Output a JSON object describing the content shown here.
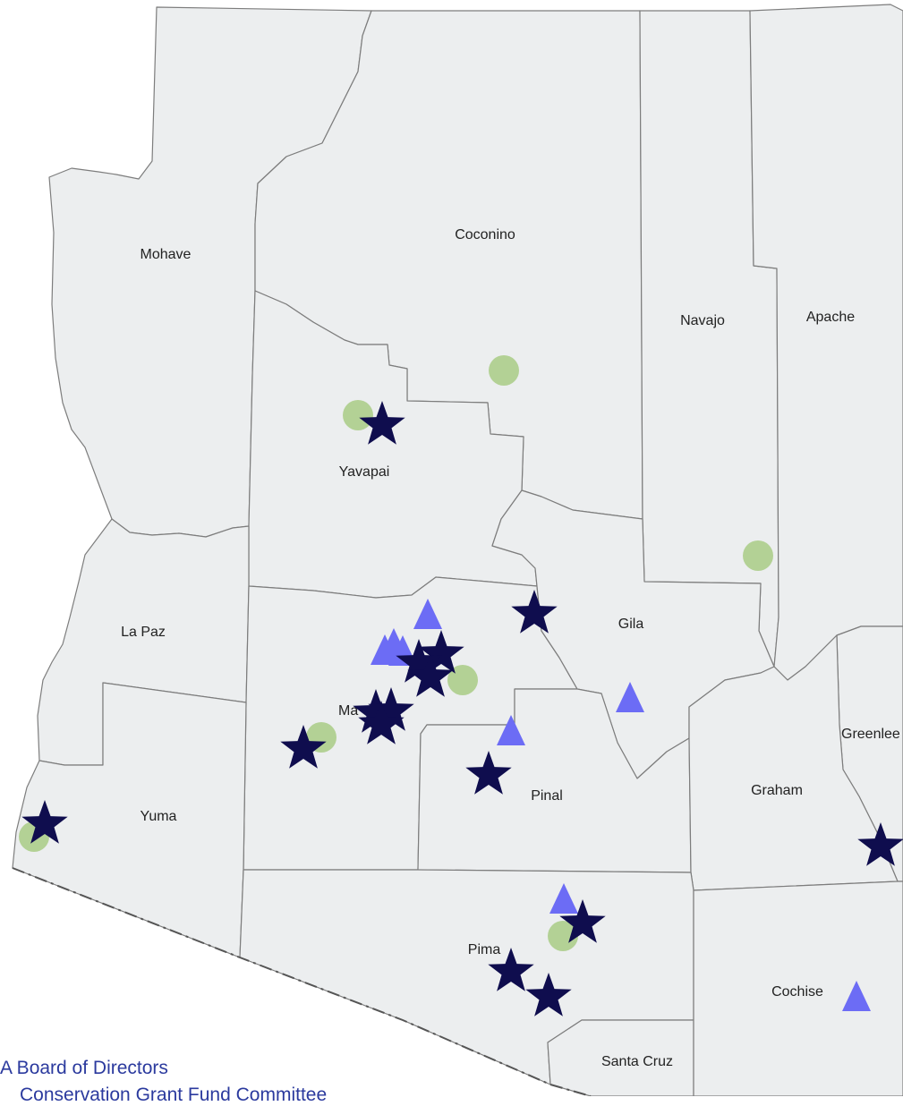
{
  "colors": {
    "star": "#0f0d4e",
    "triangle": "#6c6cf5",
    "circle": "#b3d195"
  },
  "counties": {
    "mohave": "Mohave",
    "coconino": "Coconino",
    "navajo": "Navajo",
    "apache": "Apache",
    "yavapai": "Yavapai",
    "la_paz": "La Paz",
    "maricopa": "Ma",
    "gila": "Gila",
    "greenlee": "Greenlee",
    "graham": "Graham",
    "yuma": "Yuma",
    "pinal": "Pinal",
    "pima": "Pima",
    "cochise": "Cochise",
    "santa_cruz": "Santa Cruz"
  },
  "legend": {
    "line1": "A Board of Directors",
    "line2": "Conservation Grant Fund Committee"
  },
  "markers": {
    "stars": [
      {
        "county": "Yavapai"
      },
      {
        "county": "Gila"
      },
      {
        "county": "Maricopa"
      },
      {
        "county": "Maricopa"
      },
      {
        "county": "Maricopa"
      },
      {
        "county": "Maricopa"
      },
      {
        "county": "Maricopa"
      },
      {
        "county": "Maricopa"
      },
      {
        "county": "Maricopa"
      },
      {
        "county": "Pinal"
      },
      {
        "county": "Yuma"
      },
      {
        "county": "Greenlee"
      },
      {
        "county": "Pima"
      },
      {
        "county": "Pima"
      },
      {
        "county": "Pima"
      }
    ],
    "triangles": [
      {
        "county": "Maricopa"
      },
      {
        "county": "Maricopa"
      },
      {
        "county": "Maricopa"
      },
      {
        "county": "Maricopa"
      },
      {
        "county": "Pinal"
      },
      {
        "county": "Gila"
      },
      {
        "county": "Pima"
      },
      {
        "county": "Cochise"
      }
    ],
    "circles": [
      {
        "county": "Coconino"
      },
      {
        "county": "Yavapai"
      },
      {
        "county": "Navajo"
      },
      {
        "county": "Maricopa"
      },
      {
        "county": "Maricopa"
      },
      {
        "county": "Yuma"
      },
      {
        "county": "Pima"
      }
    ]
  }
}
